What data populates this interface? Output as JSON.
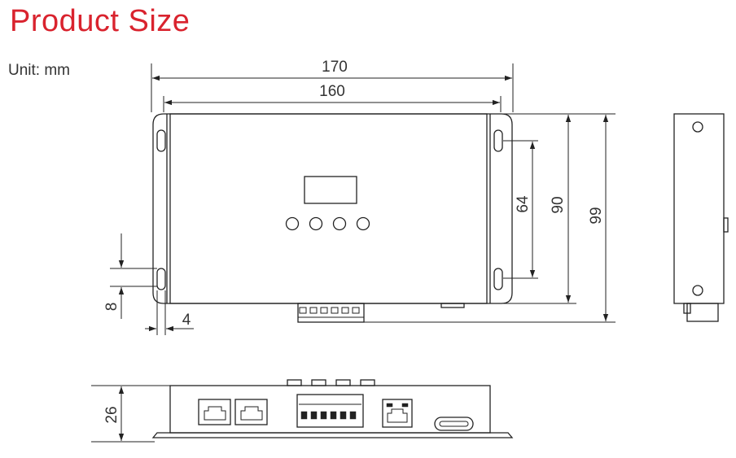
{
  "title": "Product Size",
  "unit_label": "Unit: mm",
  "dimensions": {
    "overall_width": "170",
    "mounting_width": "160",
    "hole_spacing": "64",
    "body_height": "90",
    "overall_height": "99",
    "slot_length": "8",
    "slot_width": "4",
    "thickness": "26"
  },
  "colors": {
    "title": "#d9232e",
    "line": "#222222"
  }
}
